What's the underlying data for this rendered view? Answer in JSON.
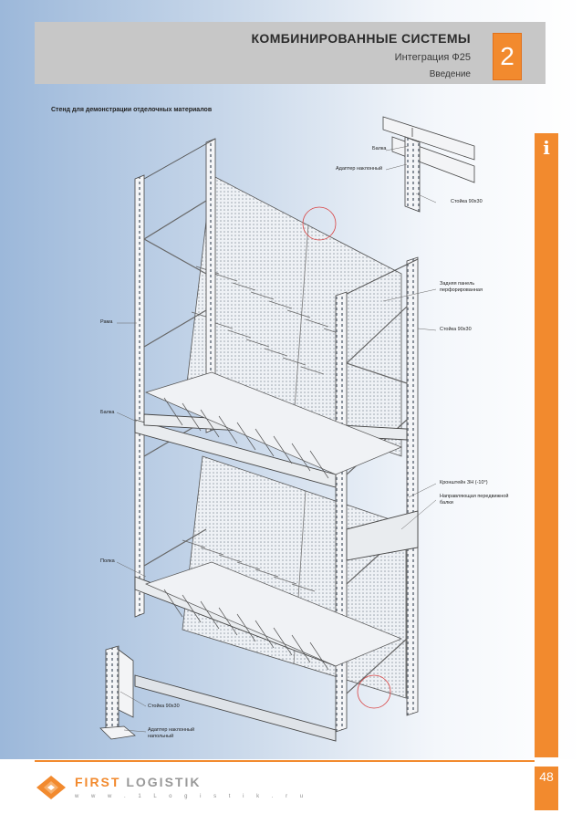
{
  "header": {
    "title": "КОМБИНИРОВАННЫЕ СИСТЕМЫ",
    "subtitle": "Интеграция Ф25",
    "section": "Введение",
    "chapter_number": "2"
  },
  "side_tab": {
    "symbol": "i"
  },
  "page_number": "48",
  "figure": {
    "title": "Стенд для демонстрации отделочных материалов",
    "labels": {
      "balka_top": "Балка",
      "adapter_incline": "Адаптер наклонный",
      "stoyka_top": "Стойка 90х30",
      "back_panel": "Задняя панель перфорированная",
      "stoyka_mid": "Стойка 90х30",
      "rama": "Рама",
      "balka_left": "Балка",
      "bracket": "Кронштейн ЗН (-10°)",
      "guide": "Направляющая передвижной балки",
      "polka": "Полка",
      "stoyka_bottom": "Стойка 90х30",
      "adapter_floor": "Адаптер наклонный напольный"
    }
  },
  "footer": {
    "brand_part1": "FIRST",
    "brand_part2": "LOGISTIK",
    "url": "w w w . 1 L o g i s t i k . r u"
  },
  "colors": {
    "accent": "#f28a2e",
    "header_bg": "#c7c7c7",
    "page_gradient_start": "#9cb8da"
  }
}
